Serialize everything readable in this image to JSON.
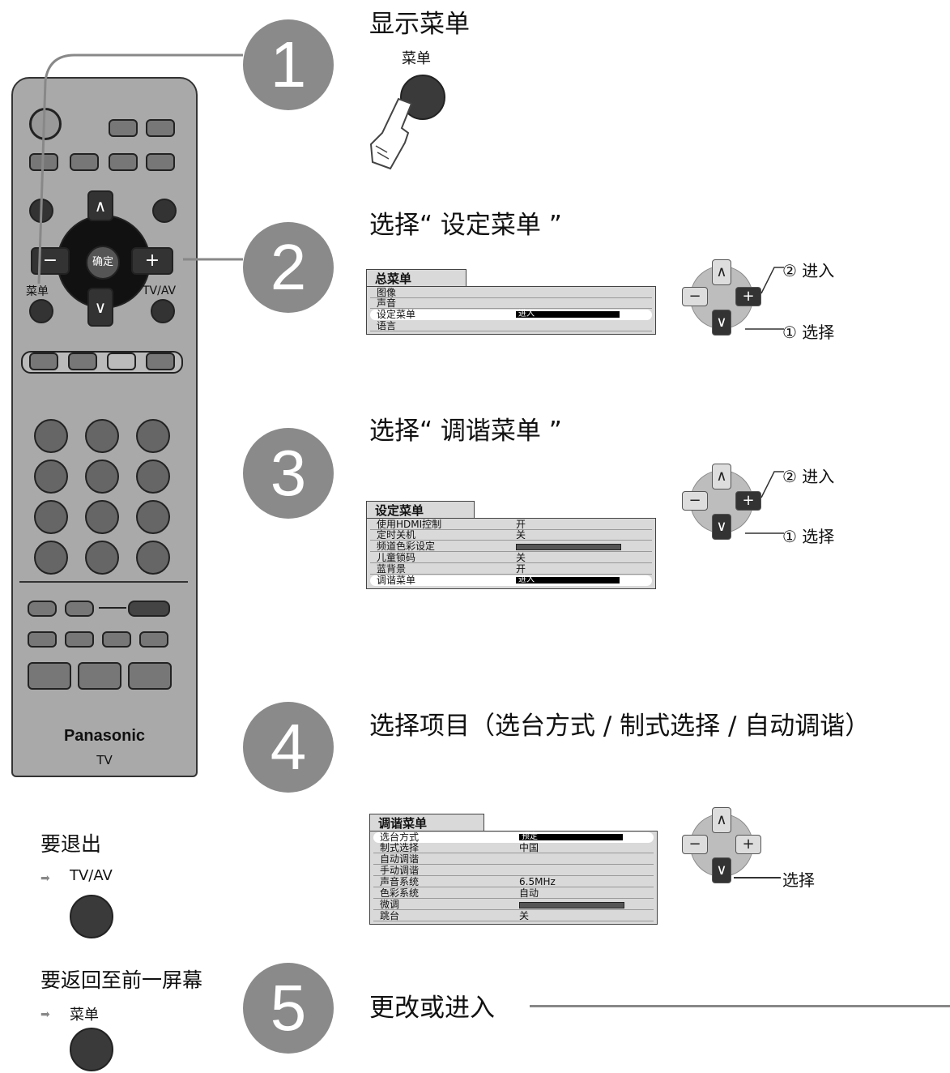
{
  "steps": [
    {
      "number": "1",
      "title": "显示菜单",
      "button_label": "菜单"
    },
    {
      "number": "2",
      "title": "选择“ 设定菜单 ”"
    },
    {
      "number": "3",
      "title": "选择“ 调谐菜单 ”"
    },
    {
      "number": "4",
      "title": "选择项目（选台方式 / 制式选择 / 自动调谐）"
    },
    {
      "number": "5",
      "title": "更改或进入"
    }
  ],
  "dpad_labels": {
    "enter": "② 进入",
    "select": "① 选择",
    "select_plain": "选择"
  },
  "remote": {
    "ok": "确定",
    "menu": "菜单",
    "tvav": "TV/AV",
    "up": "∧",
    "down": "∨",
    "minus": "−",
    "plus": "+",
    "brand": "Panasonic",
    "model": "TV"
  },
  "exit": {
    "title": "要退出",
    "button": "TV/AV"
  },
  "back": {
    "title": "要返回至前一屏幕",
    "button": "菜单"
  },
  "menu_main": {
    "tab": "总菜单",
    "rows": [
      {
        "label": "图像",
        "value": ""
      },
      {
        "label": "声音",
        "value": ""
      },
      {
        "label": "设定菜单",
        "value": "进入",
        "selected": true
      },
      {
        "label": "语言",
        "value": ""
      }
    ]
  },
  "menu_setup": {
    "tab": "设定菜单",
    "rows": [
      {
        "label": "使用HDMI控制",
        "value": "开"
      },
      {
        "label": "定时关机",
        "value": "关"
      },
      {
        "label": "频道色彩设定",
        "value": ""
      },
      {
        "label": "儿童锁码",
        "value": "关"
      },
      {
        "label": "蓝背景",
        "value": "开"
      },
      {
        "label": "调谐菜单",
        "value": "进入",
        "selected": true
      }
    ]
  },
  "menu_tuning": {
    "tab": "调谐菜单",
    "rows": [
      {
        "label": "选台方式",
        "value": "预定",
        "selected": true
      },
      {
        "label": "制式选择",
        "value": "中国"
      },
      {
        "label": "自动调谐",
        "value": ""
      },
      {
        "label": "手动调谐",
        "value": ""
      },
      {
        "label": "声音系统",
        "value": "6.5MHz"
      },
      {
        "label": "色彩系统",
        "value": "自动"
      },
      {
        "label": "微调",
        "value": ""
      },
      {
        "label": "跳台",
        "value": "关"
      }
    ]
  }
}
